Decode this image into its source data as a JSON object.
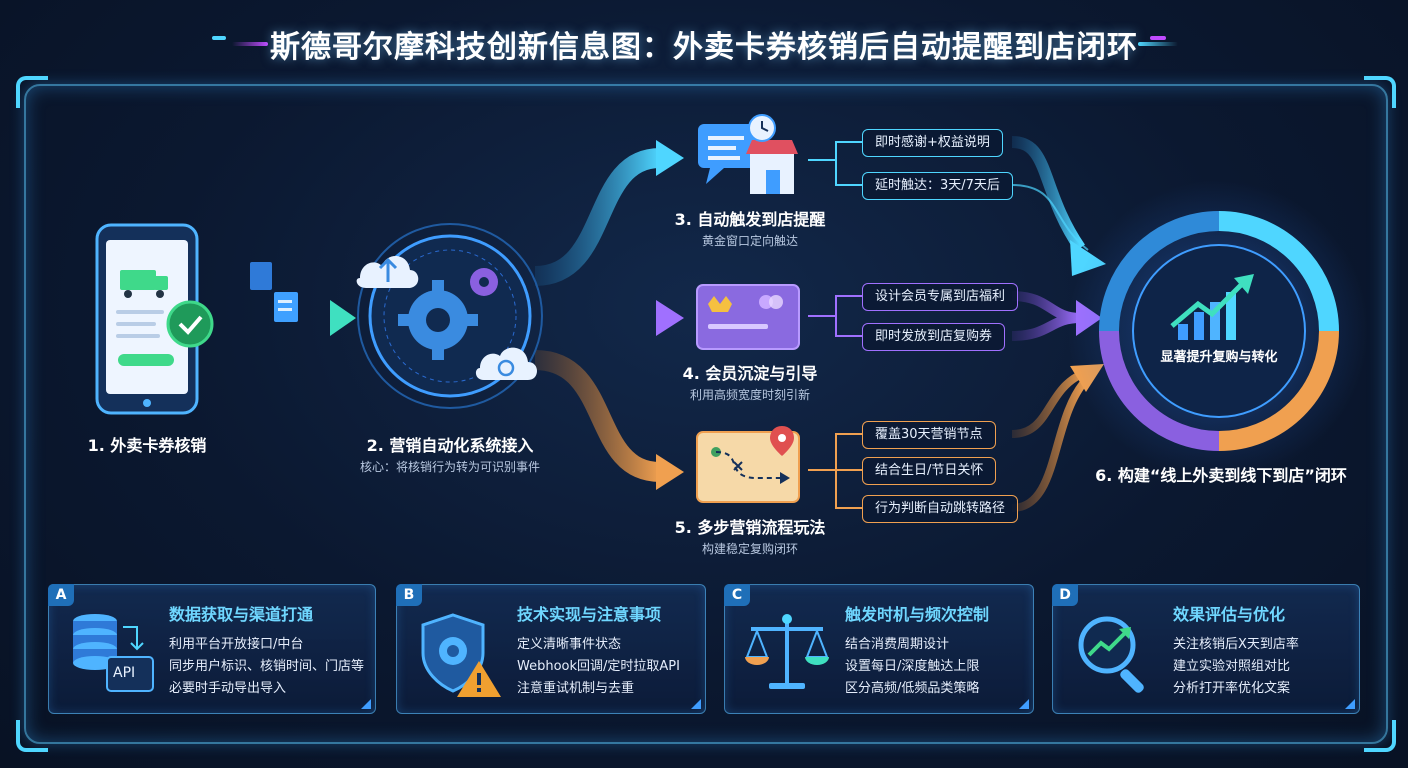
{
  "title": "斯德哥尔摩科技创新信息图：外卖卡券核销后自动提醒到店闭环",
  "steps": [
    {
      "label": "1. 外卖卡券核销",
      "sub": ""
    },
    {
      "label": "2. 营销自动化系统接入",
      "sub": "核心：将核销行为转为可识别事件"
    },
    {
      "label": "3. 自动触发到店提醒",
      "sub": "黄金窗口定向触达"
    },
    {
      "label": "4. 会员沉淀与引导",
      "sub": "利用高频宽度时刻引新"
    },
    {
      "label": "5. 多步营销流程玩法",
      "sub": "构建稳定复购闭环"
    },
    {
      "label": "6. 构建“线上外卖到线下到店”闭环",
      "sub": ""
    }
  ],
  "branches": {
    "step3": [
      "即时感谢+权益说明",
      "延时触达：3天/7天后"
    ],
    "step4": [
      "设计会员专属到店福利",
      "即时发放到店复购券"
    ],
    "step5": [
      "覆盖30天营销节点",
      "结合生日/节日关怀",
      "行为判断自动跳转路径"
    ]
  },
  "hub_text": "显著提升复购与转化",
  "api_label": "API",
  "cards": [
    {
      "badge": "A",
      "title": "数据获取与渠道打通",
      "lines": [
        "利用平台开放接口/中台",
        "同步用户标识、核销时间、门店等",
        "必要时手动导出导入"
      ],
      "icon": "database-api-icon"
    },
    {
      "badge": "B",
      "title": "技术实现与注意事项",
      "lines": [
        "定义清晰事件状态",
        "Webhook回调/定时拉取API",
        "注意重试机制与去重"
      ],
      "icon": "shield-gear-warning-icon"
    },
    {
      "badge": "C",
      "title": "触发时机与频次控制",
      "lines": [
        "结合消费周期设计",
        "设置每日/深度触达上限",
        "区分高频/低频品类策略"
      ],
      "icon": "balance-scale-icon"
    },
    {
      "badge": "D",
      "title": "效果评估与优化",
      "lines": [
        "关注核销后X天到店率",
        "建立实验对照组对比",
        "分析打开率优化文案"
      ],
      "icon": "magnifier-growth-icon"
    }
  ],
  "colors": {
    "cyan": "#4fd6ff",
    "purple": "#a070ff",
    "orange": "#f0a050",
    "teal": "#3fe0c0",
    "green": "#3fd98a",
    "blue": "#3f9dff"
  }
}
